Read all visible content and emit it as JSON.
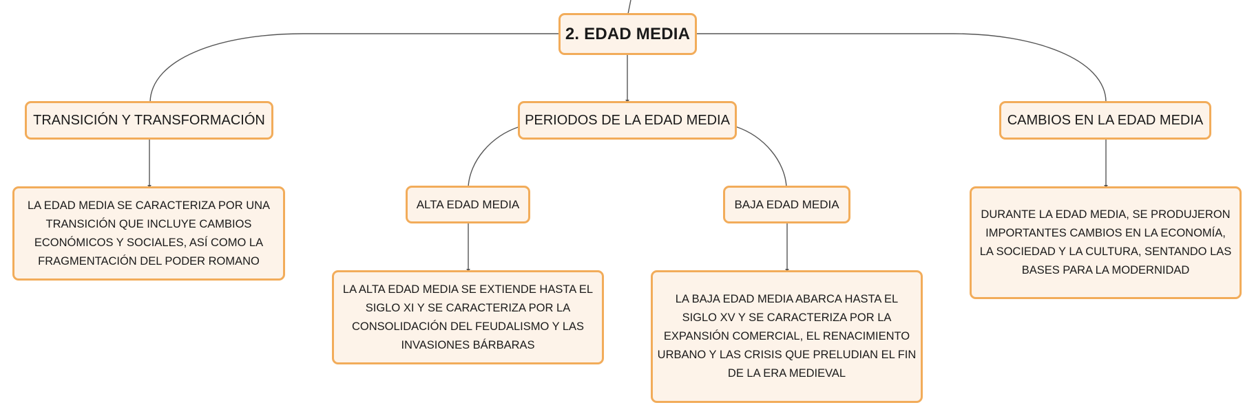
{
  "colors": {
    "node_border": "#f2ac5a",
    "node_fill": "#fdf3e9",
    "connector": "#555555"
  },
  "mindmap": {
    "root": "2. EDAD MEDIA",
    "topics": {
      "transicion": "TRANSICIÓN Y TRANSFORMACIÓN",
      "periodos": "PERIODOS DE LA EDAD MEDIA",
      "cambios": "CAMBIOS EN LA EDAD MEDIA"
    },
    "subtopics": {
      "alta": "ALTA EDAD MEDIA",
      "baja": "BAJA EDAD MEDIA"
    },
    "details": {
      "transicion": "LA EDAD MEDIA SE CARACTERIZA POR UNA TRANSICIÓN QUE INCLUYE CAMBIOS ECONÓMICOS Y SOCIALES, ASÍ COMO LA FRAGMENTACIÓN DEL PODER ROMANO",
      "alta": "LA ALTA EDAD MEDIA SE EXTIENDE HASTA EL SIGLO XI Y SE CARACTERIZA POR LA CONSOLIDACIÓN DEL FEUDALISMO Y LAS INVASIONES BÁRBARAS",
      "baja": "LA BAJA EDAD MEDIA ABARCA HASTA EL SIGLO XV Y SE CARACTERIZA POR LA EXPANSIÓN COMERCIAL, EL RENACIMIENTO URBANO Y LAS CRISIS QUE PRELUDIAN EL FIN DE LA ERA MEDIEVAL",
      "cambios": "DURANTE LA EDAD MEDIA, SE PRODUJERON IMPORTANTES CAMBIOS EN LA ECONOMÍA, LA SOCIEDAD Y LA CULTURA, SENTANDO LAS BASES PARA LA MODERNIDAD"
    }
  }
}
